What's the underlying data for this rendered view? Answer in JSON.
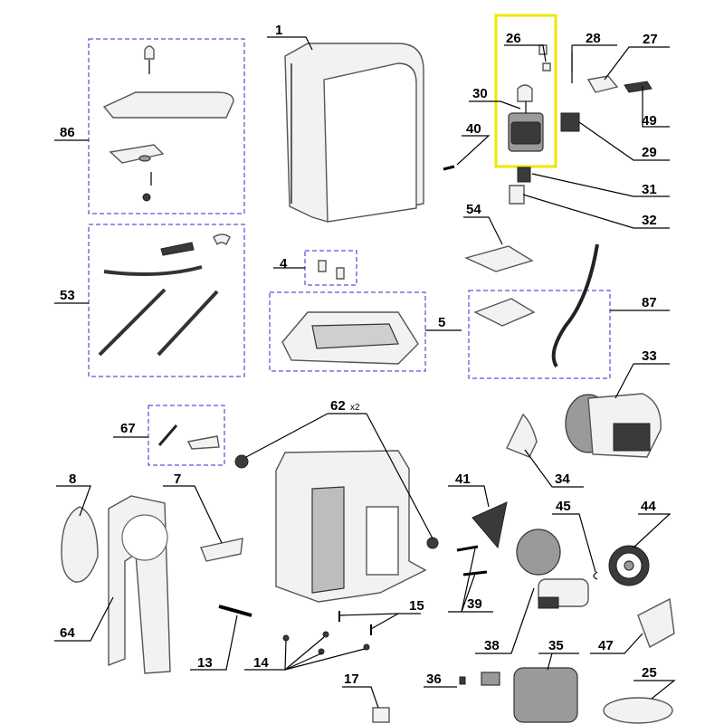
{
  "callouts": [
    {
      "id": "1",
      "text": "1"
    },
    {
      "id": "4",
      "text": "4"
    },
    {
      "id": "5",
      "text": "5"
    },
    {
      "id": "7",
      "text": "7"
    },
    {
      "id": "8",
      "text": "8"
    },
    {
      "id": "13",
      "text": "13"
    },
    {
      "id": "14",
      "text": "14"
    },
    {
      "id": "15",
      "text": "15"
    },
    {
      "id": "17",
      "text": "17"
    },
    {
      "id": "25",
      "text": "25"
    },
    {
      "id": "26",
      "text": "26"
    },
    {
      "id": "27",
      "text": "27"
    },
    {
      "id": "28",
      "text": "28"
    },
    {
      "id": "29",
      "text": "29"
    },
    {
      "id": "30",
      "text": "30"
    },
    {
      "id": "31",
      "text": "31"
    },
    {
      "id": "32",
      "text": "32"
    },
    {
      "id": "33",
      "text": "33"
    },
    {
      "id": "34",
      "text": "34"
    },
    {
      "id": "35",
      "text": "35"
    },
    {
      "id": "36",
      "text": "36"
    },
    {
      "id": "38",
      "text": "38"
    },
    {
      "id": "39",
      "text": "39"
    },
    {
      "id": "40",
      "text": "40"
    },
    {
      "id": "41",
      "text": "41"
    },
    {
      "id": "44",
      "text": "44"
    },
    {
      "id": "45",
      "text": "45"
    },
    {
      "id": "47",
      "text": "47"
    },
    {
      "id": "49",
      "text": "49"
    },
    {
      "id": "53",
      "text": "53"
    },
    {
      "id": "54",
      "text": "54"
    },
    {
      "id": "62",
      "text": "62"
    },
    {
      "id": "64",
      "text": "64"
    },
    {
      "id": "67",
      "text": "67"
    },
    {
      "id": "86",
      "text": "86"
    },
    {
      "id": "87",
      "text": "87"
    }
  ],
  "quantity_note": "x2",
  "highlight": {
    "part": "30",
    "color": "#f0e600"
  }
}
